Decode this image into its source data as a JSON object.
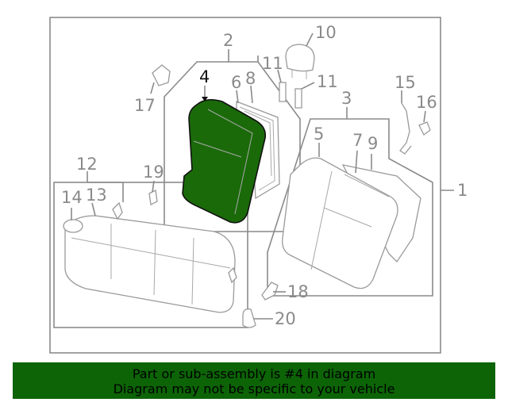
{
  "callouts": {
    "c1": "1",
    "c2": "2",
    "c3": "3",
    "c4": "4",
    "c5": "5",
    "c6": "6",
    "c7": "7",
    "c8": "8",
    "c9": "9",
    "c10": "10",
    "c11a": "11",
    "c11b": "11",
    "c12": "12",
    "c13": "13",
    "c14": "14",
    "c15": "15",
    "c16": "16",
    "c17": "17",
    "c18": "18",
    "c19": "19",
    "c20": "20"
  },
  "highlight_color": "#1a6a0a",
  "banner": {
    "color": "#0c6406",
    "line1": "Part or sub-assembly is #4 in diagram",
    "line2": "Diagram may not be specific to your vehicle"
  }
}
